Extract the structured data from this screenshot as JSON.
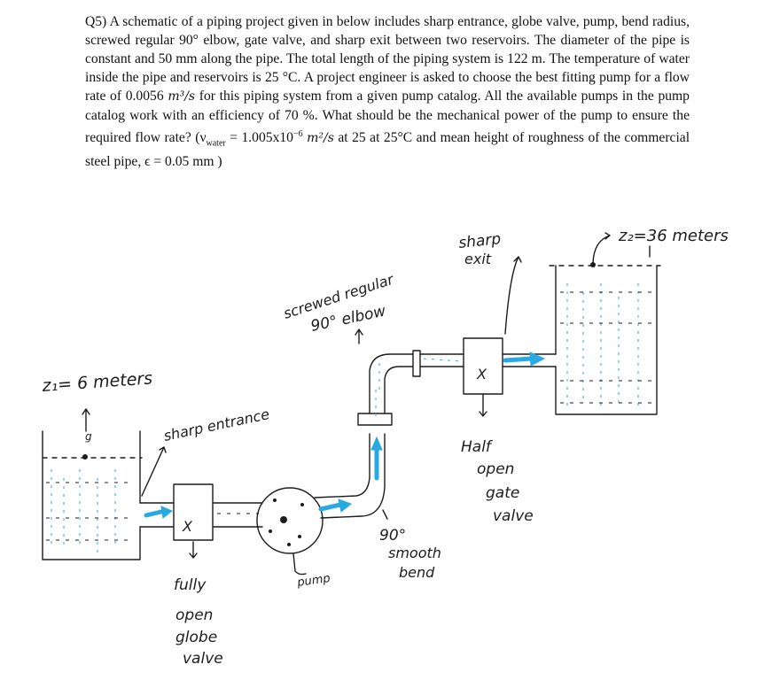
{
  "question": {
    "line1_label": "Q5)",
    "line1_text": "A schematic of a piping project given in below includes sharp entrance, globe valve, pump, bend radius, screwed regular 90° elbow, gate valve, and sharp exit between two reservoirs. The diameter of the pipe is constant and 50 mm along the pipe. The total length of the piping system is 122 m. The temperature of water inside the pipe and reservoirs is 25 °C. A project engineer is asked to choose the best fitting pump for a flow rate of 0.0056",
    "flow_unit": "m³/s",
    "line2_text": "for this piping system from a given pump catalog. All the available pumps in the pump catalog work with an efficiency of 70 %. What should be the mechanical power of the pump to ensure the required flow rate?",
    "viscosity_text": "(ν",
    "viscosity_sub": "water",
    "viscosity_value": "= 1.005x10",
    "viscosity_exp": "−6",
    "viscosity_unit": "m²/s",
    "viscosity_tail": "at 25 at 25°C and mean height of roughness of the commercial steel pipe, ϵ = 0.05 mm )"
  },
  "diagram": {
    "z1_label": "z₁= 6 meters",
    "z2_label": "z₂=36 meters",
    "g_label": "g",
    "sharp_entrance": "sharp entrance",
    "globe_valve": [
      "fully",
      "open",
      "globe",
      "valve"
    ],
    "pump": "pump",
    "smooth_bend": [
      "90°",
      "smooth",
      "bend"
    ],
    "elbow": [
      "screwed regular",
      "90° elbow"
    ],
    "gate_valve": [
      "Half",
      "open",
      "gate",
      "valve"
    ],
    "sharp_exit": [
      "sharp",
      "exit"
    ],
    "valve_mark": "X",
    "colors": {
      "water": "#29a9e1",
      "ink": "#1c1c1c"
    }
  }
}
